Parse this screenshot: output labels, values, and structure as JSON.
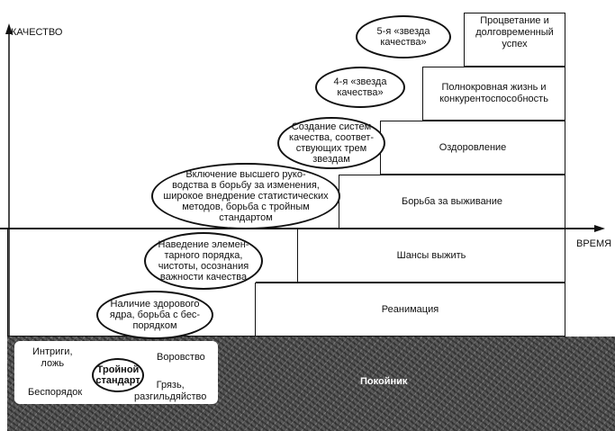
{
  "axes": {
    "y_label": "КАЧЕСТВО",
    "x_label": "ВРЕМЯ"
  },
  "stages": [
    {
      "label": "Реанимация"
    },
    {
      "label": "Шансы выжить"
    },
    {
      "label": "Борьба за выживание"
    },
    {
      "label": "Оздоровление"
    },
    {
      "label": "Полнокровная жизнь и\nконкурентоспособность"
    },
    {
      "label": "Процветание и\nдолговременный\nуспех"
    }
  ],
  "steps": [
    {
      "label": "Наличие здорового\nядра, борьба с бес-\nпорядком"
    },
    {
      "label": "Наведение элемен-\nтарного порядка,\nчистоты, осознания\nважности качества"
    },
    {
      "label": "Включение высшего руко-\nводства в борьбу за изменения,\nширокое внедрение статистических\nметодов, борьба с тройным\nстандартом"
    },
    {
      "label": "Создание систем\nкачества, соответ-\nствующих трем\nзвездам"
    },
    {
      "label": "4-я «звезда\nкачества»"
    },
    {
      "label": "5-я «звезда\nкачества»"
    }
  ],
  "bottom": {
    "intrigue": "Интриги,\nложь",
    "theft": "Воровство",
    "triple_standard": "Тройной\nстандарт",
    "disorder": "Беспорядок",
    "dirt": "Грязь,\nразгильдяйство",
    "death": "Покойник"
  }
}
